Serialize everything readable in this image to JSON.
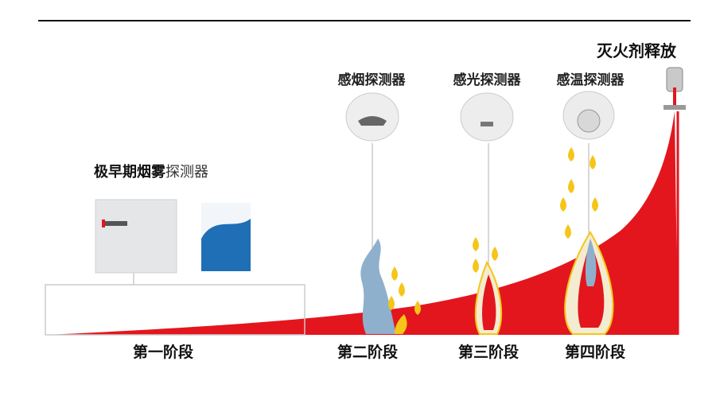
{
  "title_release": "灭火剂释放",
  "detectors": [
    {
      "label": "感烟探测器"
    },
    {
      "label": "感光探测器"
    },
    {
      "label": "感温探测器"
    }
  ],
  "veda": {
    "label_bold": "极早期烟雾",
    "label_light": "探测器"
  },
  "stages": [
    {
      "label": "第一阶段"
    },
    {
      "label": "第二阶段"
    },
    {
      "label": "第三阶段"
    },
    {
      "label": "第四阶段"
    }
  ],
  "colors": {
    "fire_red": "#e3161e",
    "flame_yellow": "#f5c518",
    "smoke_blue": "#8fb0cc",
    "line_grey": "#cccccc"
  }
}
